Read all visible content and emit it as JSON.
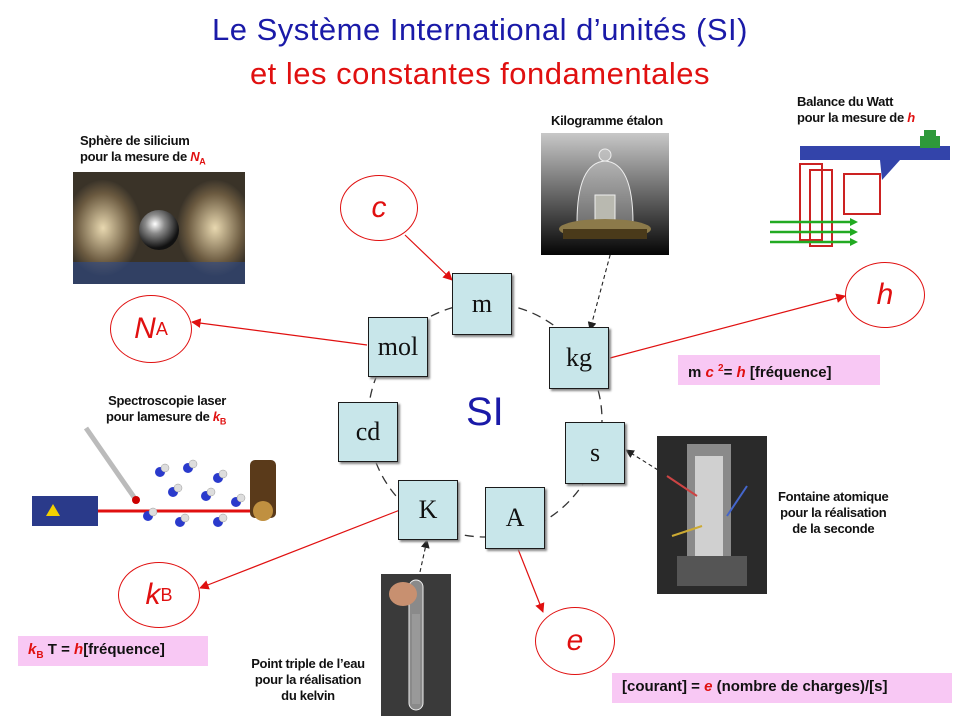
{
  "title": {
    "line1": "Le Système International d’unités (SI)",
    "line2": "et les constantes fondamentales"
  },
  "center_label": "SI",
  "units": {
    "m": "m",
    "kg": "kg",
    "s": "s",
    "A": "A",
    "K": "K",
    "cd": "cd",
    "mol": "mol"
  },
  "constants": {
    "c": "c",
    "h": "h",
    "e": "e",
    "kB_main": "k",
    "kB_sub": "B",
    "NA_main": "N",
    "NA_sub": "A"
  },
  "captions": {
    "silicon_line1": "Sphère de silicium",
    "silicon_line2": "pour la mesure de",
    "silicon_symbol": "N",
    "silicon_sub": "A",
    "kilogram": "Kilogramme étalon",
    "watt_line1": "Balance du Watt",
    "watt_line2": "pour la mesure de",
    "watt_symbol": "h",
    "laser_line1": "Spectroscopie laser",
    "laser_line2": "pour lamesure de",
    "laser_symbol": "k",
    "laser_sub": "B",
    "fountain_line1": "Fontaine atomique",
    "fountain_line2": "pour la réalisation",
    "fountain_line3": "de la seconde",
    "triple_line1": "Point triple de l’eau",
    "triple_line2": "pour la réalisation",
    "triple_line3": "du kelvin"
  },
  "equations": {
    "mass_pre": "m",
    "mass_c": "c",
    "mass_exp": "2",
    "mass_eq": "=",
    "mass_h": "h",
    "mass_post": "[fréquence]",
    "kb_k": "k",
    "kb_sub": "B",
    "kb_mid": " T = ",
    "kb_h": "h",
    "kb_post": "[fréquence]",
    "cur_pre": "[courant]  = ",
    "cur_e": "e",
    "cur_post": " (nombre de charges)/[s]"
  },
  "colors": {
    "title_blue": "#1a1aa8",
    "title_red": "#e01010",
    "unit_box": "#c8e6ea",
    "equation_bg": "#f8c8f4",
    "arrow_red": "#e01010"
  }
}
